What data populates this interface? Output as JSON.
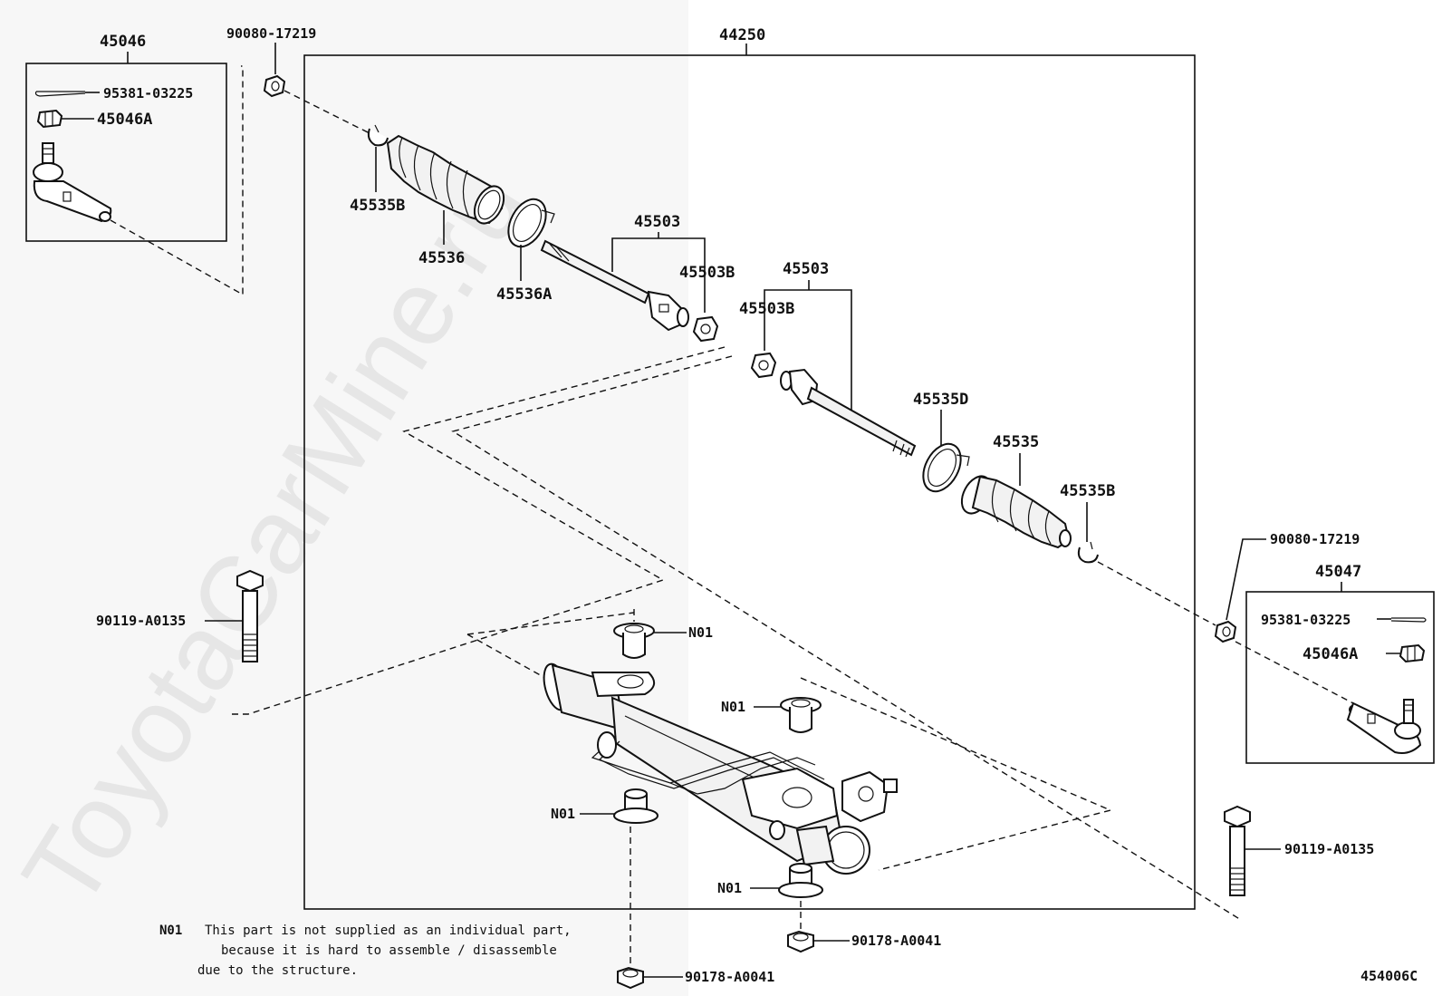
{
  "watermark": "ToyotaCarMine.ru",
  "diagram_code": "454006C",
  "note": {
    "code": "N01",
    "line1": "This part is not supplied as an individual part,",
    "line2": "because it is hard to assemble / disassemble",
    "line3": "due to the structure."
  },
  "labels": {
    "assembly": "44250",
    "tie_end_left": "45046",
    "tie_end_right": "45047",
    "cotter_pin_left": "95381-03225",
    "cotter_pin_right": "95381-03225",
    "nut_left": "45046A",
    "nut_right": "45046A",
    "lock_nut_top_left": "90080-17219",
    "lock_nut_right": "90080-17219",
    "clip_left": "45535B",
    "boot_left": "45536",
    "clamp_left": "45536A",
    "rod_left": "45503",
    "washer_left": "45503B",
    "rod_right": "45503",
    "washer_right": "45503B",
    "clamp_right": "45535D",
    "boot_right": "45535",
    "clip_right": "45535B",
    "bolt_left": "90119-A0135",
    "bolt_right": "90119-A0135",
    "n01_a": "N01",
    "n01_b": "N01",
    "n01_c": "N01",
    "n01_d": "N01",
    "nut_bottom_left": "90178-A0041",
    "nut_bottom_right": "90178-A0041"
  }
}
